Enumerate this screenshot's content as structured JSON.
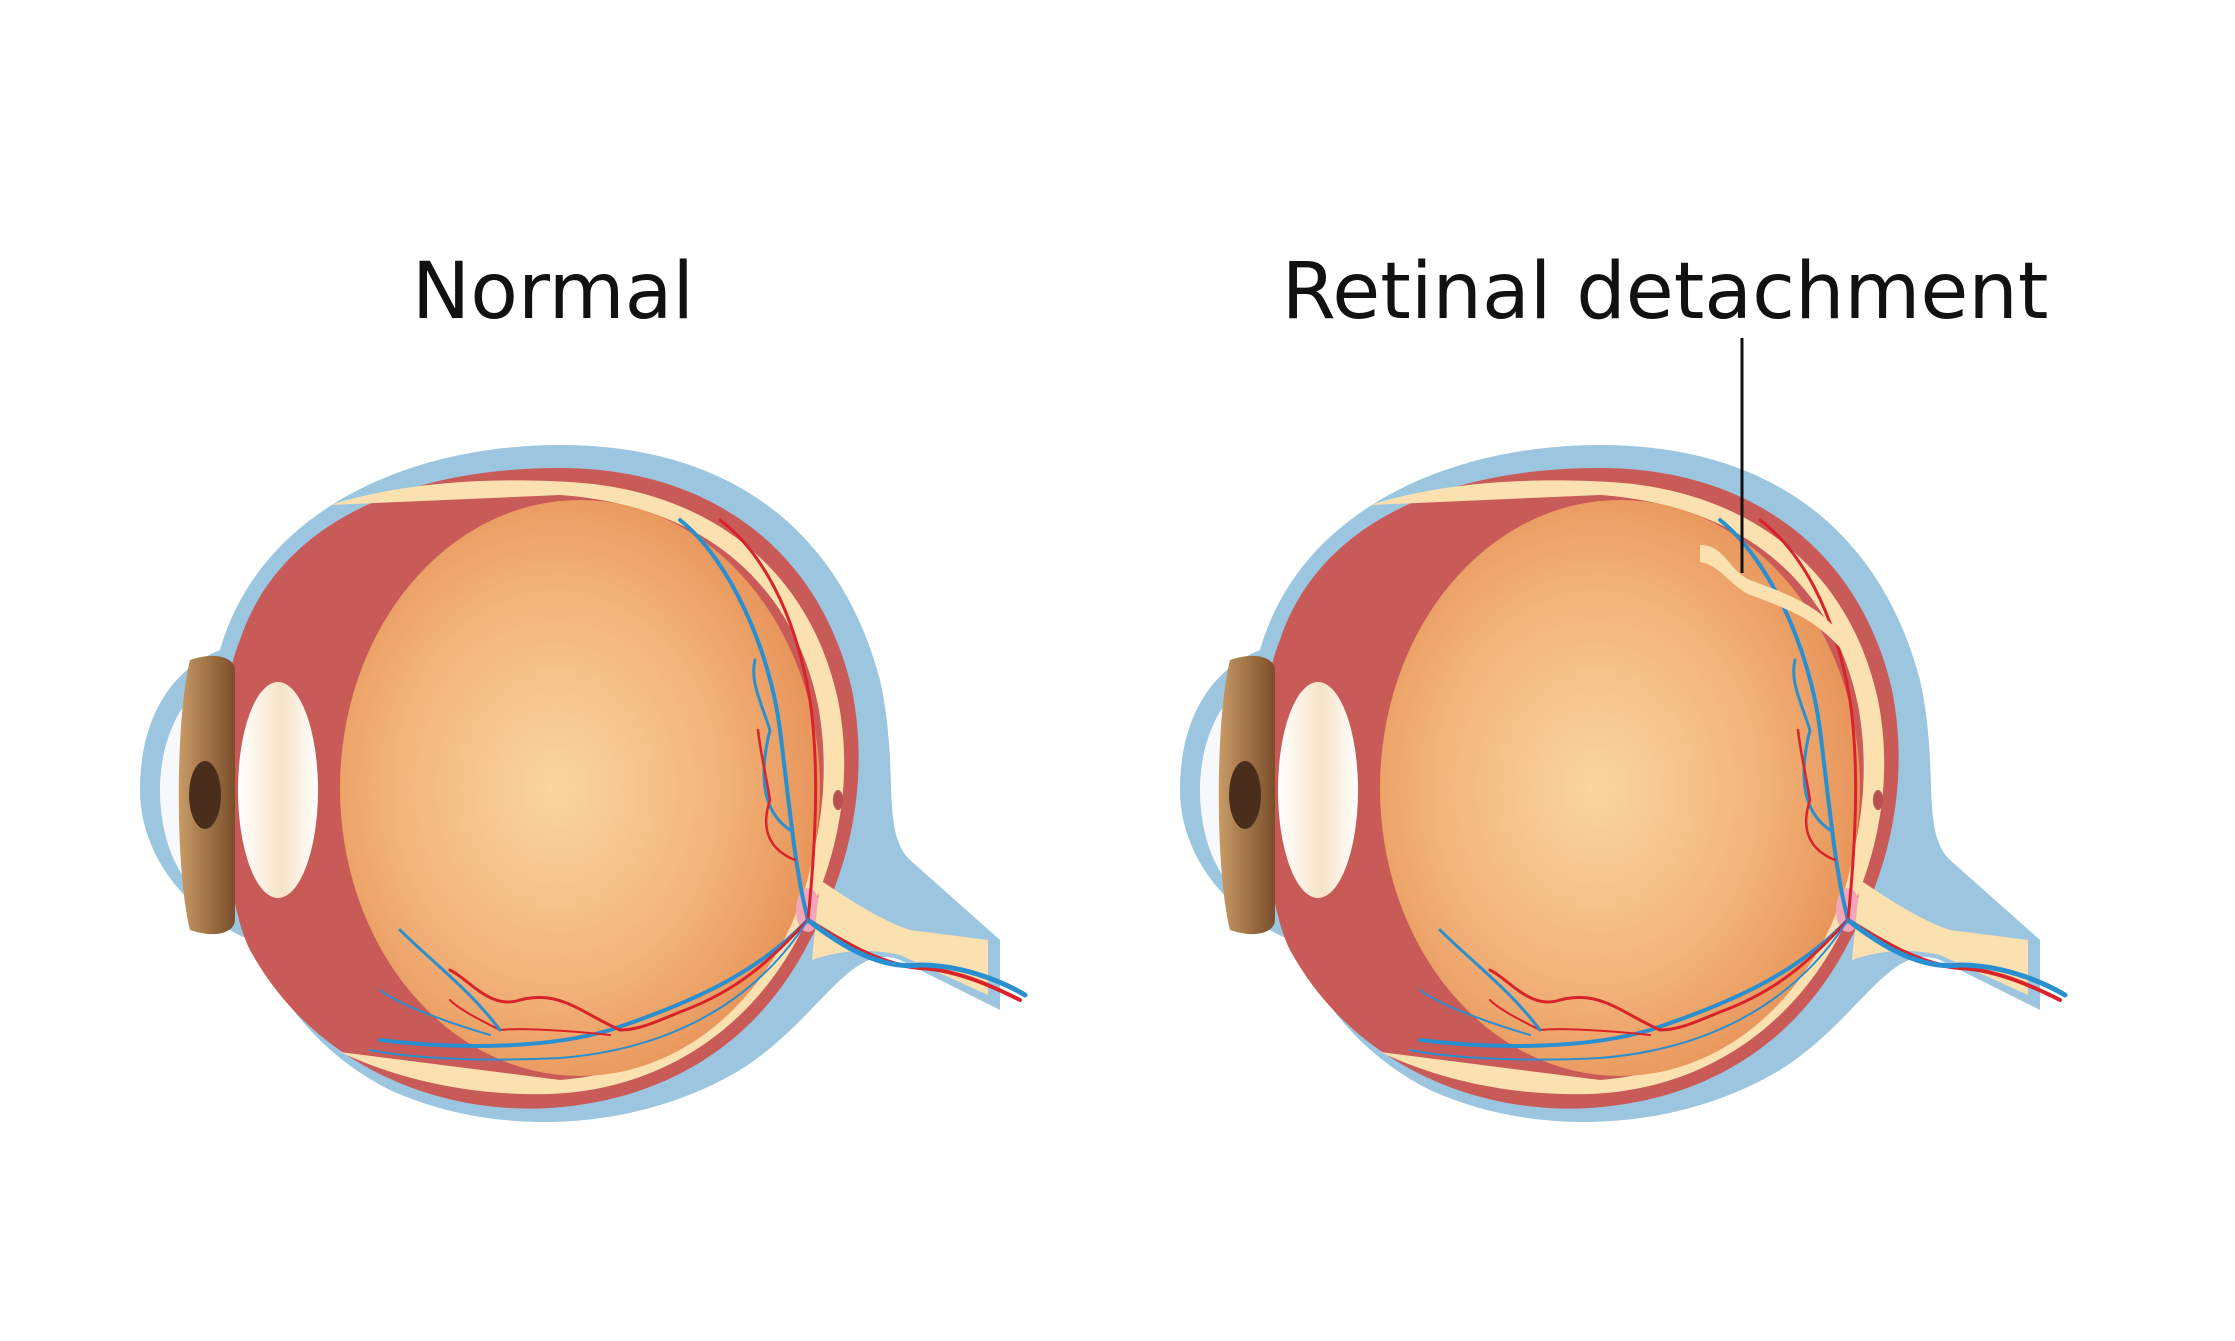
{
  "diagram": {
    "panels": [
      {
        "id": "normal",
        "title": "Normal"
      },
      {
        "id": "detached",
        "title": "Retinal detachment"
      }
    ],
    "colors": {
      "sclera_outer": "#9cc6e0",
      "choroid": "#c85a58",
      "retina": "#fbe0b0",
      "vitreous_center": "#f8d49c",
      "vitreous_edge": "#e99a5c",
      "lens": "#ffffff",
      "iris": "#8a5a32",
      "pupil": "#4a2e1c",
      "vein": "#2a8fd0",
      "artery": "#d9232a",
      "optic_disc": "#f4a6b8",
      "leader_line": "#111111"
    }
  }
}
